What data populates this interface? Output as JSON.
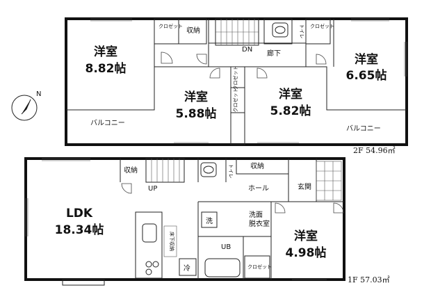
{
  "floor2": {
    "rooms": {
      "west_bedroom_name": "洋室",
      "west_bedroom_size": "8.82帖",
      "center_left_bedroom_name": "洋室",
      "center_left_bedroom_size": "5.88帖",
      "center_right_bedroom_name": "洋室",
      "center_right_bedroom_size": "5.82帖",
      "east_bedroom_name": "洋室",
      "east_bedroom_size": "6.65帖"
    },
    "labels": {
      "balcony_left": "バルコニー",
      "balcony_right": "バルコニー",
      "storage": "収納",
      "closet_left": "クロゼット",
      "closet_center_a": "クロゼット",
      "closet_center_b": "クロゼット",
      "closet_right": "クロゼット",
      "toilet": "トイレ",
      "corridor": "廊下",
      "stairs_dn": "DN"
    },
    "area": "2F 54.96㎡"
  },
  "floor1": {
    "rooms": {
      "ldk_name": "LDK",
      "ldk_size": "18.34帖",
      "bedroom_name": "洋室",
      "bedroom_size": "4.98帖",
      "bath": "UB"
    },
    "labels": {
      "storage_stair": "収納",
      "storage_hall": "収納",
      "toilet": "トイレ",
      "hall": "ホール",
      "entrance": "玄関",
      "washroom": "洗面\n脱衣室",
      "washroom_line1": "洗面",
      "washroom_line2": "脱衣室",
      "washer": "洗",
      "floor_storage": "床下収納",
      "fridge": "冷",
      "closet": "クロゼット",
      "stairs_up": "UP"
    },
    "area": "1F 57.03㎡"
  },
  "compass": {
    "label": "N"
  }
}
